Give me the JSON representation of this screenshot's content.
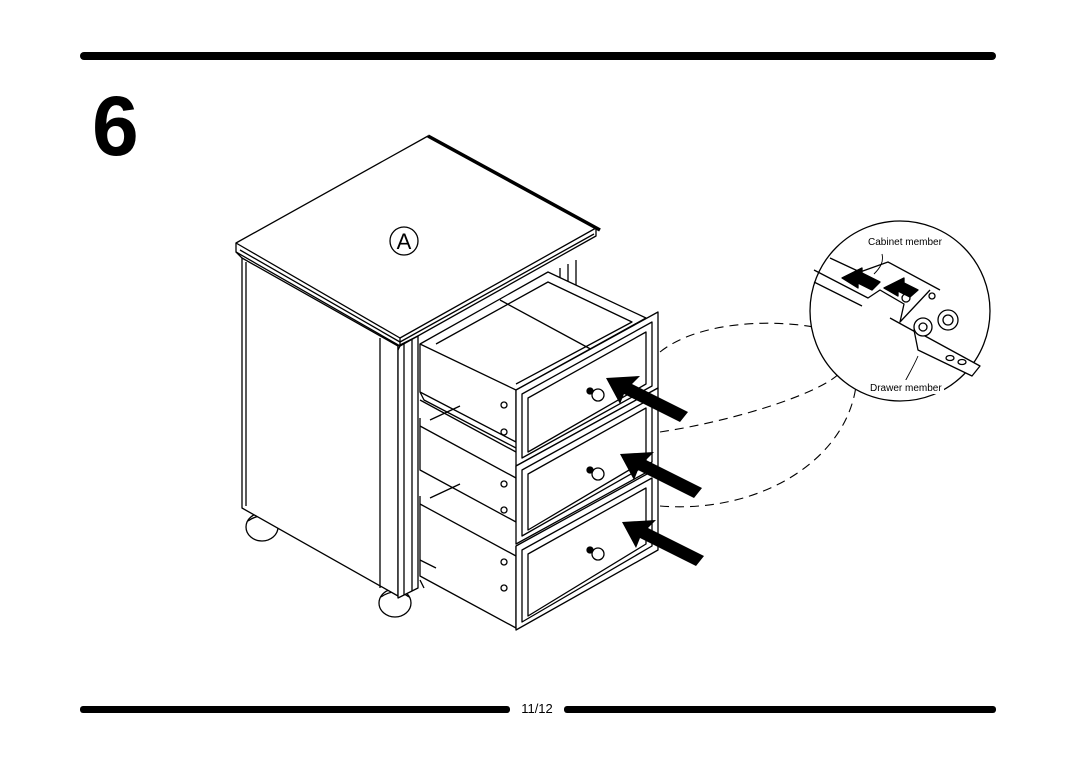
{
  "step": {
    "number": "6"
  },
  "part": {
    "label": "A"
  },
  "callout": {
    "cabinet_member_label": "Cabinet member",
    "drawer_member_label": "Drawer member"
  },
  "footer": {
    "page": "11/12"
  }
}
